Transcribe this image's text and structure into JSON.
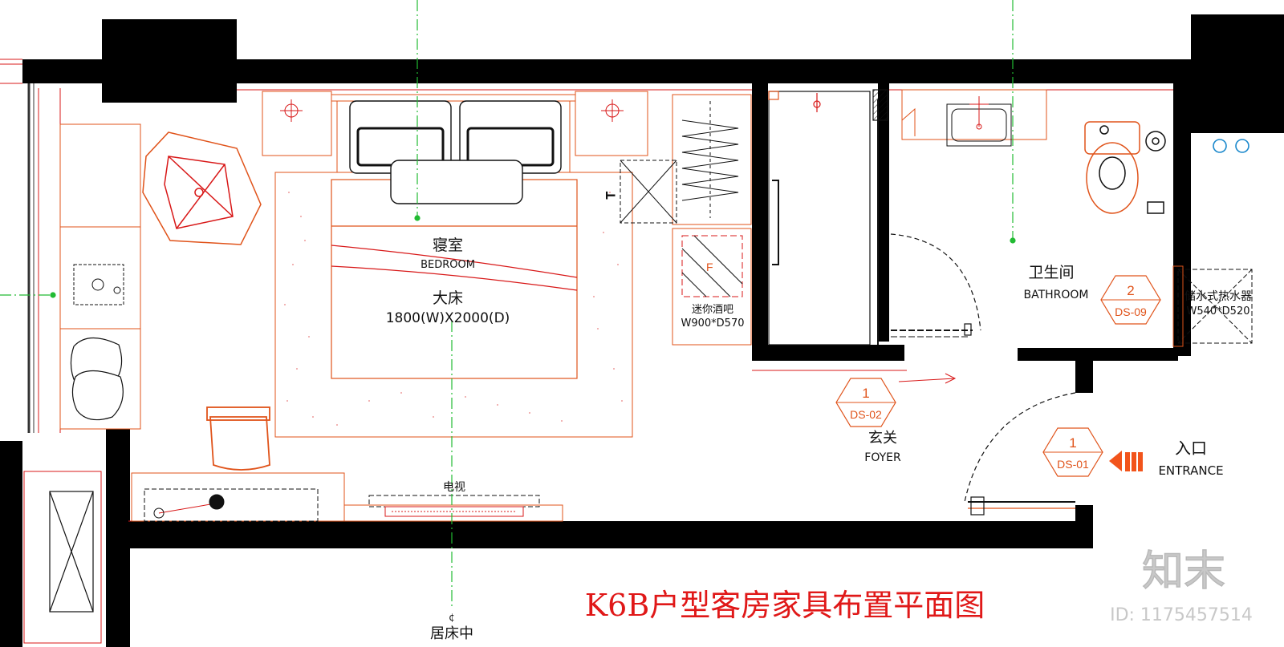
{
  "title": "K6B户型客房家具布置平面图",
  "rooms": {
    "bedroom": {
      "zh": "寝室",
      "en": "BEDROOM"
    },
    "bed": {
      "zh": "大床",
      "size": "1800(W)X2000(D)"
    },
    "minibar": {
      "zh": "迷你酒吧",
      "size": "W900*D570"
    },
    "bathroom": {
      "zh": "卫生间",
      "en": "BATHROOM"
    },
    "heater": {
      "zh": "储水式热水器",
      "size": "W540*D520"
    },
    "foyer": {
      "zh": "玄关",
      "en": "FOYER"
    },
    "entrance": {
      "zh": "入口",
      "en": "ENTRANCE"
    },
    "tv": {
      "zh": "电视"
    },
    "bed_center": {
      "zh": "居床中"
    }
  },
  "tags": [
    {
      "num": "1",
      "code": "DS-02"
    },
    {
      "num": "2",
      "code": "DS-09"
    },
    {
      "num": "1",
      "code": "DS-01"
    }
  ],
  "marks": {
    "bed_center_symbol": "¢",
    "minibar_symbol": "F",
    "side_symbol": "T"
  },
  "watermark": {
    "logo": "知末",
    "id": "ID: 1175457514"
  },
  "colors": {
    "wall": "#000000",
    "furniture": "#e0531a",
    "cad_red": "#d81818",
    "axis": "#22bb33",
    "tag": "#e0531a"
  }
}
